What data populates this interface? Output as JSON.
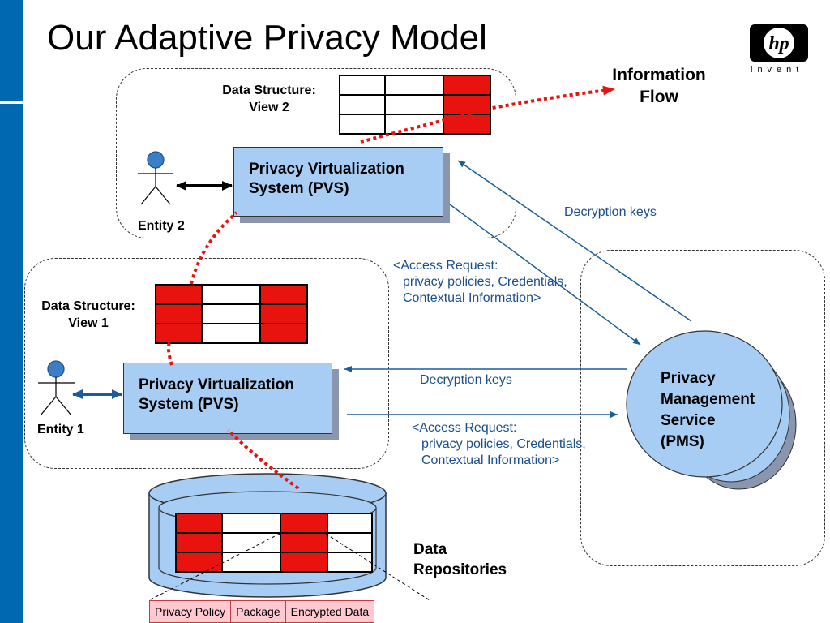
{
  "title": "Our Adaptive Privacy Model",
  "logo": {
    "mark": "hp",
    "tagline": "invent",
    "icon": "hp-logo-icon"
  },
  "info_flow": {
    "line1": "Information",
    "line2": "Flow"
  },
  "top_group": {
    "ds_label_line1": "Data Structure:",
    "ds_label_line2": "View 2",
    "pvs_line1": "Privacy Virtualization",
    "pvs_line2": "System (PVS)",
    "entity": "Entity 2",
    "grid": [
      [
        "white",
        "white",
        "red"
      ],
      [
        "white",
        "white",
        "red"
      ],
      [
        "white",
        "white",
        "red"
      ]
    ]
  },
  "bottom_group": {
    "ds_label_line1": "Data Structure:",
    "ds_label_line2": "View 1",
    "pvs_line1": "Privacy Virtualization",
    "pvs_line2": "System (PVS)",
    "entity": "Entity 1",
    "grid": [
      [
        "red",
        "white",
        "red"
      ],
      [
        "red",
        "white",
        "red"
      ],
      [
        "red",
        "white",
        "red"
      ]
    ]
  },
  "annotations": {
    "decryption_keys_top": "Decryption keys",
    "access_request_top": [
      "<Access Request:",
      "privacy policies, Credentials,",
      "Contextual Information>"
    ],
    "decryption_keys_bottom": "Decryption keys",
    "access_request_bottom": [
      "<Access Request:",
      "privacy policies, Credentials,",
      "Contextual Information>"
    ]
  },
  "pms": {
    "lines": [
      "Privacy",
      "Management",
      "Service",
      "(PMS)"
    ]
  },
  "repository": {
    "label_line1": "Data",
    "label_line2": "Repositories",
    "grid": [
      [
        "red",
        "white",
        "red",
        "white"
      ],
      [
        "red",
        "white",
        "red",
        "white"
      ],
      [
        "red",
        "white",
        "red",
        "white"
      ]
    ]
  },
  "legend": [
    "Privacy Policy",
    "Package",
    "Encrypted Data"
  ],
  "colors": {
    "red": "#e8120e",
    "pvs_fill": "#a7cdf5",
    "arrow_blue": "#1a5c9c",
    "sidebar": "#0068b0"
  }
}
